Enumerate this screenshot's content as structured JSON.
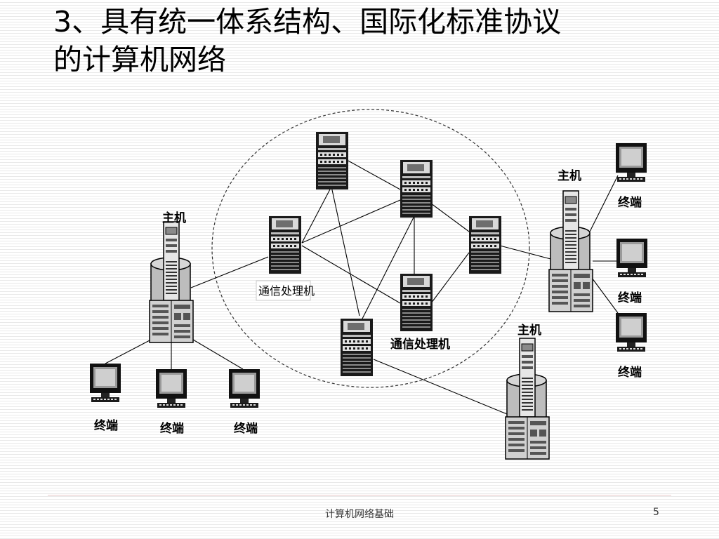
{
  "slide": {
    "title_line1": "3、具有统一体系结构、国际化标准协议",
    "title_line2": "的计算机网络",
    "footer": "计算机网络基础",
    "page_number": "5"
  },
  "diagram": {
    "host_label": "主机",
    "terminal_label": "终端",
    "cp_label_boxed": "通信处理机",
    "cp_label_bold": "通信处理机"
  }
}
